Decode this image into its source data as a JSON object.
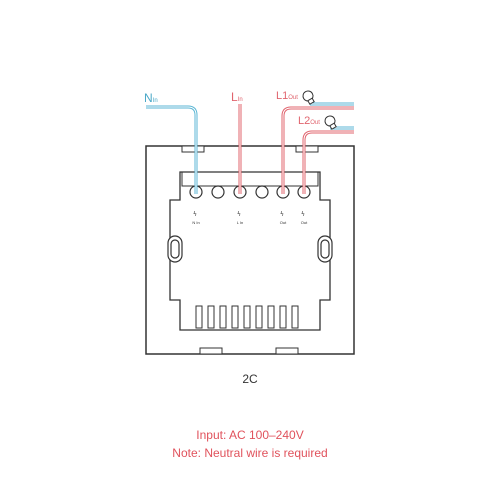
{
  "wires": {
    "neutral_in": {
      "main": "N",
      "sub": "In"
    },
    "live_in": {
      "main": "L",
      "sub": "In"
    },
    "l1_out": {
      "main": "L1",
      "sub": "Out"
    },
    "l2_out": {
      "main": "L2",
      "sub": "Out"
    }
  },
  "terminals": [
    "N In",
    "L In",
    "Out",
    "Out"
  ],
  "model": "2C",
  "notes": {
    "input": "Input: AC 100–240V",
    "neutral": "Note: Neutral wire is required"
  },
  "colors": {
    "neutral_wire": "#5bb6d4",
    "live_wire": "#e0646e",
    "outline": "#333333",
    "note_text": "#e0525c"
  },
  "icons": [
    "bulb-icon",
    "bulb-icon"
  ]
}
